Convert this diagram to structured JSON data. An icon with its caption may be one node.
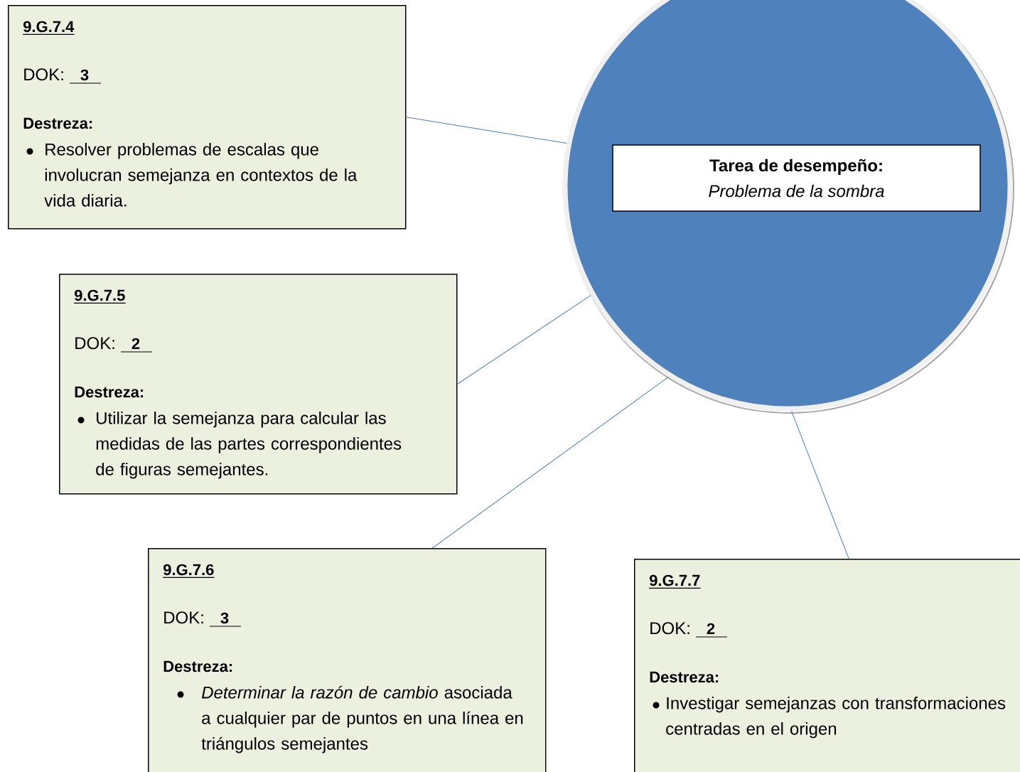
{
  "diagram": {
    "nodes": [
      {
        "text": [
          "9.G.7.4",
          "DOK:",
          "3",
          "Destreza:",
          "Resolver problemas de escalas que involucran semejanza en contextos de la vida diaria."
        ]
      },
      {
        "text": [],
        "shape": "circle"
      },
      {
        "text": [
          "Tarea de desempeño:",
          "Problema de la sombra"
        ],
        "in": 1
      },
      {
        "text": [
          "9.G.7.5",
          "DOK:",
          "2",
          "Destreza:",
          "Utilizar la semejanza para calcular las medidas de las partes correspondientes de figuras semejantes."
        ]
      },
      {
        "text": [
          "9.G.7.6",
          "DOK:",
          "3",
          "Destreza:",
          "*Determinar la razón de cambio* asociada a cualquier par de puntos en una línea en triángulos semejantes"
        ]
      },
      {
        "text": [
          "9.G.7.7",
          "DOK:",
          "2",
          "Destreza:",
          "Investigar semejanzas con transformaciones centradas en el origen"
        ]
      }
    ],
    "edges": [
      {
        "from": 0,
        "to": 1,
        "arrow": "none"
      },
      {
        "from": 3,
        "to": 1,
        "arrow": "none"
      },
      {
        "from": 4,
        "to": 1,
        "arrow": "none"
      },
      {
        "from": 5,
        "to": 1,
        "arrow": "none"
      }
    ]
  }
}
